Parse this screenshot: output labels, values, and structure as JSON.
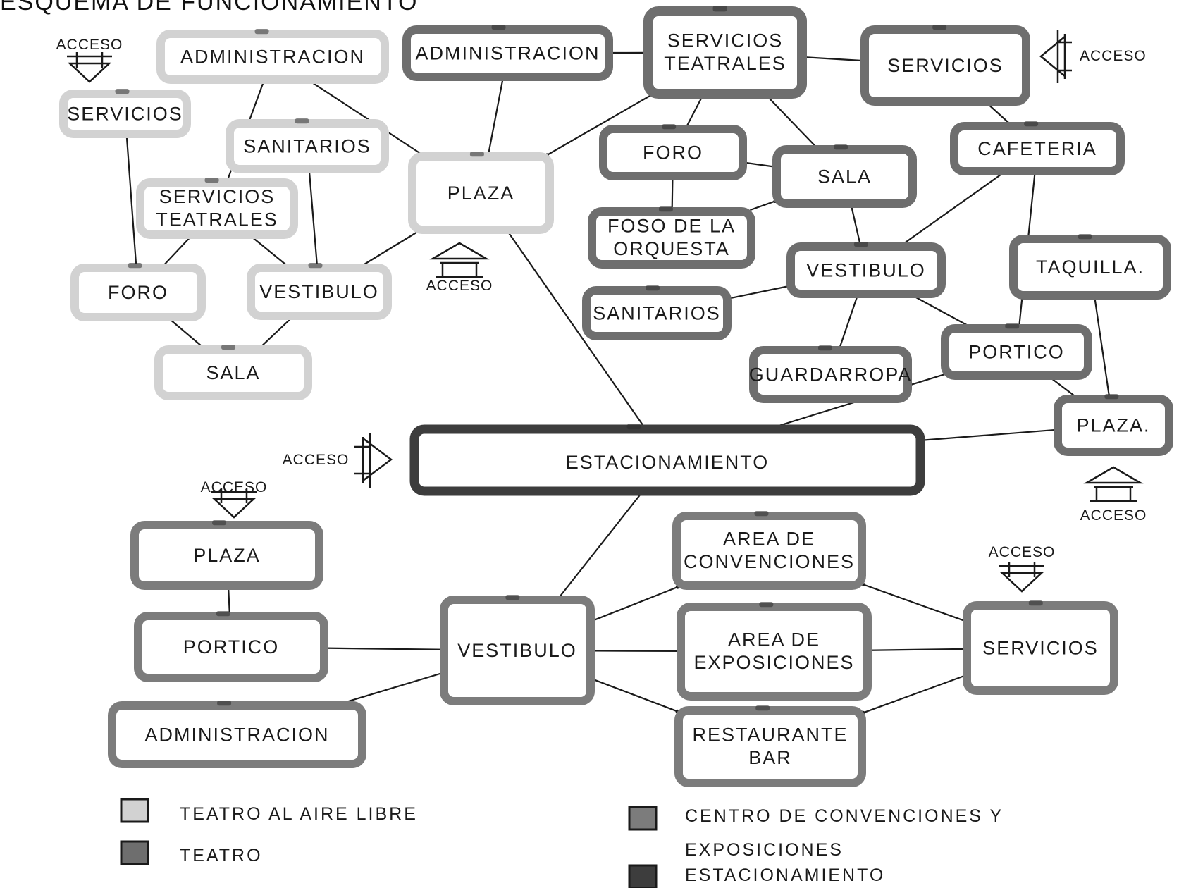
{
  "title": "ESQUEMA DE FUNCIONAMIENTO",
  "colors": {
    "teatro_al_aire_libre": "#d2d2d2",
    "teatro": "#6e6e6e",
    "centro_de_convenciones_y_exposiciones": "#7c7c7c",
    "estacionamiento": "#3d3d3d"
  },
  "nodes": [
    {
      "id": "aire-servicios",
      "group": "teatro_al_aire_libre",
      "lines": [
        "SERVICIOS"
      ]
    },
    {
      "id": "aire-administracion",
      "group": "teatro_al_aire_libre",
      "lines": [
        "ADMINISTRACION"
      ]
    },
    {
      "id": "aire-sanitarios",
      "group": "teatro_al_aire_libre",
      "lines": [
        "SANITARIOS"
      ]
    },
    {
      "id": "aire-servicios-teatrales",
      "group": "teatro_al_aire_libre",
      "lines": [
        "SERVICIOS",
        "TEATRALES"
      ]
    },
    {
      "id": "aire-plaza",
      "group": "teatro_al_aire_libre",
      "lines": [
        "PLAZA"
      ]
    },
    {
      "id": "aire-foro",
      "group": "teatro_al_aire_libre",
      "lines": [
        "FORO"
      ]
    },
    {
      "id": "aire-vestibulo",
      "group": "teatro_al_aire_libre",
      "lines": [
        "VESTIBULO"
      ]
    },
    {
      "id": "aire-sala",
      "group": "teatro_al_aire_libre",
      "lines": [
        "SALA"
      ]
    },
    {
      "id": "teatro-administracion",
      "group": "teatro",
      "lines": [
        "ADMINISTRACION"
      ]
    },
    {
      "id": "teatro-servicios-teatrales",
      "group": "teatro",
      "lines": [
        "SERVICIOS",
        "TEATRALES"
      ]
    },
    {
      "id": "teatro-servicios",
      "group": "teatro",
      "lines": [
        "SERVICIOS"
      ]
    },
    {
      "id": "teatro-foro",
      "group": "teatro",
      "lines": [
        "FORO"
      ]
    },
    {
      "id": "teatro-sala",
      "group": "teatro",
      "lines": [
        "SALA"
      ]
    },
    {
      "id": "teatro-cafeteria",
      "group": "teatro",
      "lines": [
        "CAFETERIA"
      ]
    },
    {
      "id": "teatro-foso",
      "group": "teatro",
      "lines": [
        "FOSO DE LA",
        "ORQUESTA"
      ]
    },
    {
      "id": "teatro-vestibulo",
      "group": "teatro",
      "lines": [
        "VESTIBULO"
      ]
    },
    {
      "id": "teatro-taquilla",
      "group": "teatro",
      "lines": [
        "TAQUILLA."
      ]
    },
    {
      "id": "teatro-sanitarios",
      "group": "teatro",
      "lines": [
        "SANITARIOS"
      ]
    },
    {
      "id": "teatro-guardarropa",
      "group": "teatro",
      "lines": [
        "GUARDARROPA"
      ]
    },
    {
      "id": "teatro-portico",
      "group": "teatro",
      "lines": [
        "PORTICO"
      ]
    },
    {
      "id": "teatro-plaza",
      "group": "teatro",
      "lines": [
        "PLAZA."
      ]
    },
    {
      "id": "estacionamiento",
      "group": "estacionamiento",
      "lines": [
        "ESTACIONAMIENTO"
      ]
    },
    {
      "id": "centro-plaza",
      "group": "centro_de_convenciones_y_exposiciones",
      "lines": [
        "PLAZA"
      ]
    },
    {
      "id": "centro-area-convenciones",
      "group": "centro_de_convenciones_y_exposiciones",
      "lines": [
        "AREA DE",
        "CONVENCIONES"
      ]
    },
    {
      "id": "centro-portico",
      "group": "centro_de_convenciones_y_exposiciones",
      "lines": [
        "PORTICO"
      ]
    },
    {
      "id": "centro-vestibulo",
      "group": "centro_de_convenciones_y_exposiciones",
      "lines": [
        "VESTIBULO"
      ]
    },
    {
      "id": "centro-area-exposiciones",
      "group": "centro_de_convenciones_y_exposiciones",
      "lines": [
        "AREA DE",
        "EXPOSICIONES"
      ]
    },
    {
      "id": "centro-servicios",
      "group": "centro_de_convenciones_y_exposiciones",
      "lines": [
        "SERVICIOS"
      ]
    },
    {
      "id": "centro-administracion",
      "group": "centro_de_convenciones_y_exposiciones",
      "lines": [
        "ADMINISTRACION"
      ]
    },
    {
      "id": "centro-restaurante-bar",
      "group": "centro_de_convenciones_y_exposiciones",
      "lines": [
        "RESTAURANTE",
        "BAR"
      ]
    }
  ],
  "edges": [
    [
      "aire-servicios",
      "aire-foro"
    ],
    [
      "aire-administracion",
      "aire-servicios-teatrales"
    ],
    [
      "aire-administracion",
      "aire-plaza"
    ],
    [
      "aire-sanitarios",
      "aire-vestibulo"
    ],
    [
      "aire-servicios-teatrales",
      "aire-foro"
    ],
    [
      "aire-servicios-teatrales",
      "aire-vestibulo"
    ],
    [
      "aire-plaza",
      "aire-vestibulo"
    ],
    [
      "aire-foro",
      "aire-sala"
    ],
    [
      "aire-vestibulo",
      "aire-sala"
    ],
    [
      "aire-plaza",
      "estacionamiento"
    ],
    [
      "teatro-administracion",
      "aire-plaza"
    ],
    [
      "teatro-administracion",
      "teatro-servicios-teatrales"
    ],
    [
      "teatro-servicios-teatrales",
      "aire-plaza"
    ],
    [
      "teatro-servicios-teatrales",
      "teatro-servicios"
    ],
    [
      "teatro-servicios-teatrales",
      "teatro-foro"
    ],
    [
      "teatro-servicios-teatrales",
      "teatro-sala"
    ],
    [
      "teatro-servicios",
      "teatro-cafeteria"
    ],
    [
      "teatro-foro",
      "teatro-sala"
    ],
    [
      "teatro-foro",
      "teatro-foso"
    ],
    [
      "teatro-foso",
      "teatro-sala"
    ],
    [
      "teatro-sala",
      "teatro-vestibulo"
    ],
    [
      "teatro-cafeteria",
      "teatro-vestibulo"
    ],
    [
      "teatro-cafeteria",
      "teatro-portico"
    ],
    [
      "teatro-vestibulo",
      "teatro-sanitarios"
    ],
    [
      "teatro-vestibulo",
      "teatro-guardarropa"
    ],
    [
      "teatro-vestibulo",
      "teatro-portico"
    ],
    [
      "teatro-taquilla",
      "teatro-plaza"
    ],
    [
      "teatro-portico",
      "teatro-plaza"
    ],
    [
      "teatro-portico",
      "estacionamiento"
    ],
    [
      "teatro-plaza",
      "estacionamiento"
    ],
    [
      "estacionamiento",
      "centro-vestibulo"
    ],
    [
      "centro-plaza",
      "centro-portico"
    ],
    [
      "centro-portico",
      "centro-vestibulo"
    ],
    [
      "centro-vestibulo",
      "centro-area-convenciones"
    ],
    [
      "centro-vestibulo",
      "centro-area-exposiciones"
    ],
    [
      "centro-vestibulo",
      "centro-restaurante-bar"
    ],
    [
      "centro-vestibulo",
      "centro-administracion"
    ],
    [
      "centro-servicios",
      "centro-area-convenciones"
    ],
    [
      "centro-servicios",
      "centro-area-exposiciones"
    ],
    [
      "centro-servicios",
      "centro-restaurante-bar"
    ]
  ],
  "accesos": [
    {
      "id": "acceso-aire-libre",
      "label": "ACCESO"
    },
    {
      "id": "acceso-plaza-aire",
      "label": "ACCESO"
    },
    {
      "id": "acceso-servicios-teatro",
      "label": "ACCESO"
    },
    {
      "id": "acceso-plaza-teatro",
      "label": "ACCESO"
    },
    {
      "id": "acceso-estacionamiento",
      "label": "ACCESO"
    },
    {
      "id": "acceso-plaza-centro",
      "label": "ACCESO"
    },
    {
      "id": "acceso-servicios-centro",
      "label": "ACCESO"
    }
  ],
  "legend": [
    {
      "group": "teatro_al_aire_libre",
      "lines": [
        "TEATRO AL AIRE LIBRE"
      ]
    },
    {
      "group": "teatro",
      "lines": [
        "TEATRO"
      ]
    },
    {
      "group": "centro_de_convenciones_y_exposiciones",
      "lines": [
        "CENTRO DE CONVENCIONES Y",
        "EXPOSICIONES"
      ]
    },
    {
      "group": "estacionamiento",
      "lines": [
        "ESTACIONAMIENTO"
      ]
    }
  ]
}
